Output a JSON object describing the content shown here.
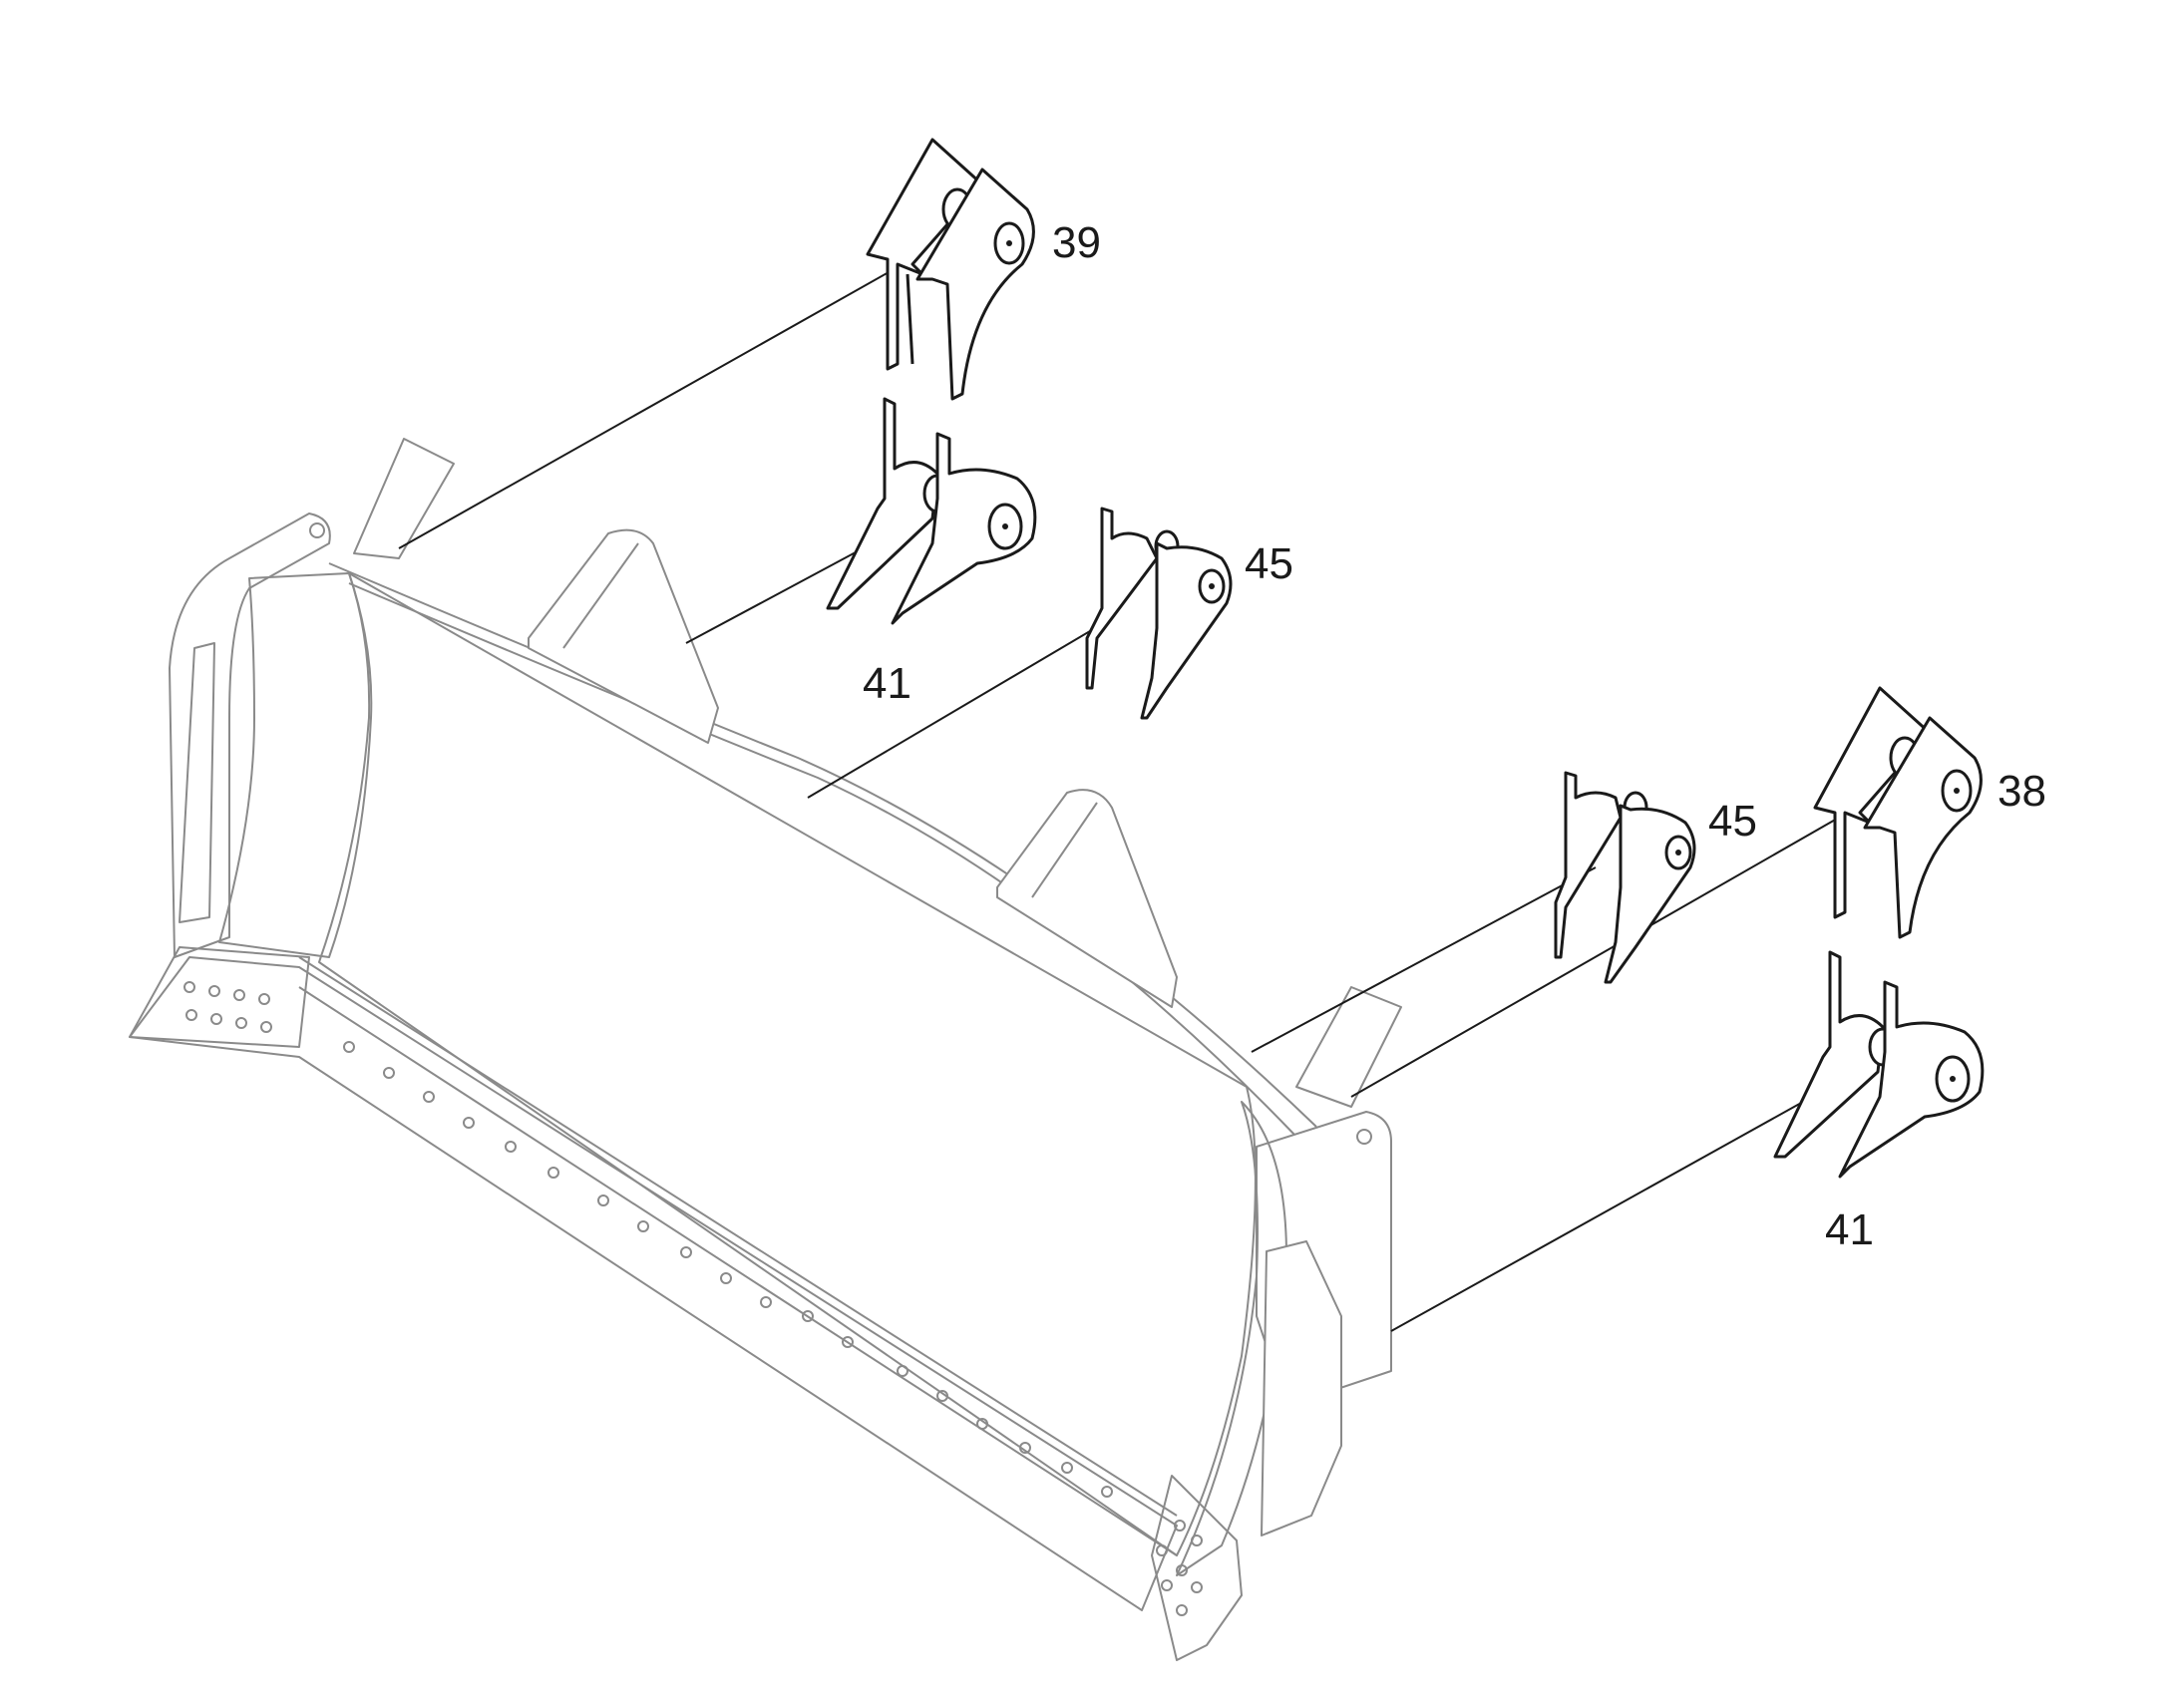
{
  "callouts": {
    "part_39": "39",
    "part_41_left": "41",
    "part_45_left": "45",
    "part_45_right": "45",
    "part_38": "38",
    "part_41_right": "41"
  },
  "colors": {
    "background": "#ffffff",
    "linework": "#1a1a1a",
    "blade_linework": "#8a8a8a"
  }
}
